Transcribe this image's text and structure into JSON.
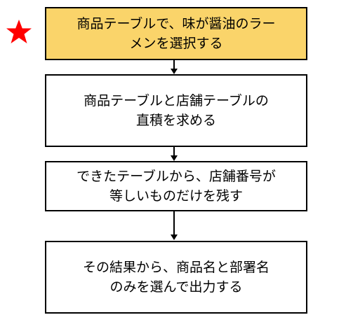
{
  "flowchart": {
    "steps": [
      {
        "lines": [
          "商品テーブルで、味が醤油のラー",
          "メンを選択する"
        ],
        "fill": "#fad46a",
        "marked": true
      },
      {
        "lines": [
          "商品テーブルと店舗テーブルの",
          "直積を求める"
        ],
        "fill": "#ffffff",
        "marked": false
      },
      {
        "lines": [
          "できたテーブルから、店舗番号が",
          "等しいものだけを残す"
        ],
        "fill": "#ffffff",
        "marked": false
      },
      {
        "lines": [
          "その結果から、商品名と部署名",
          "のみを選んで出力する"
        ],
        "fill": "#ffffff",
        "marked": false
      }
    ],
    "marker": {
      "icon": "star-icon",
      "color": "#ff0000"
    }
  }
}
